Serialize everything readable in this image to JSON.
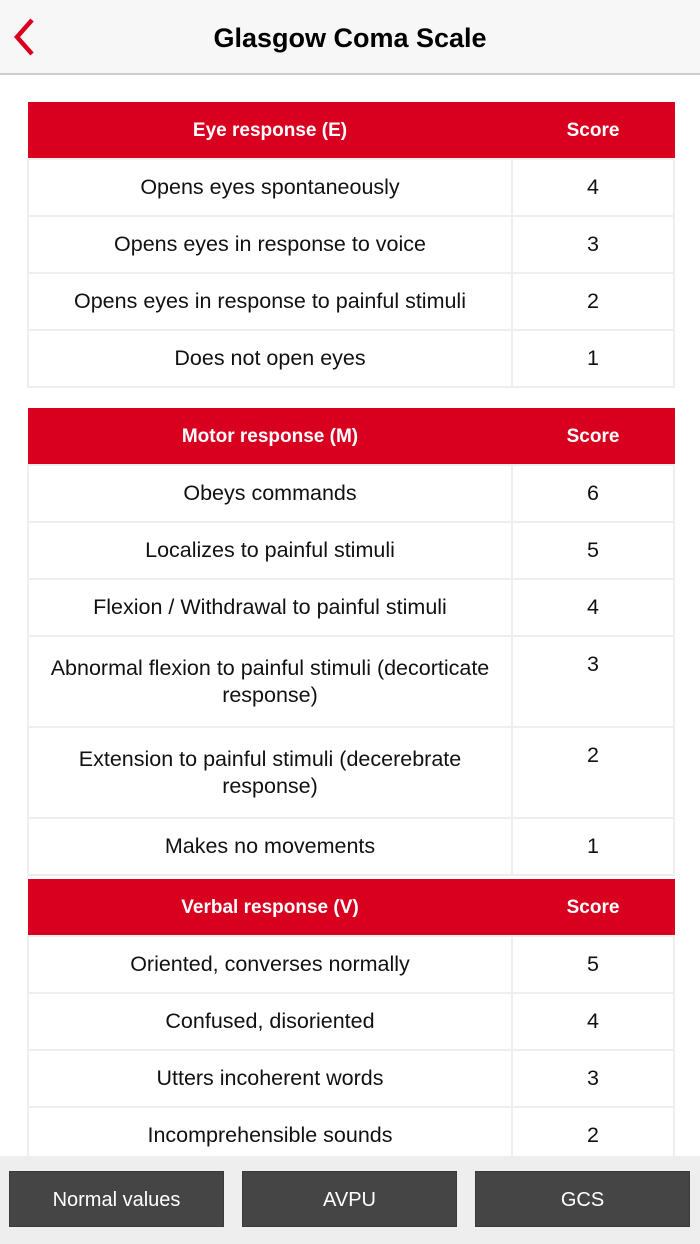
{
  "header": {
    "title": "Glasgow Coma Scale",
    "back_icon": "chevron-left-icon",
    "accent": "#d9001f"
  },
  "tables": {
    "eye": {
      "header": "Eye response (E)",
      "score_header": "Score",
      "rows": [
        {
          "label": "Opens eyes spontaneously",
          "score": "4"
        },
        {
          "label": "Opens eyes in response to voice",
          "score": "3"
        },
        {
          "label": "Opens eyes in response to painful stimuli",
          "score": "2"
        },
        {
          "label": "Does not open eyes",
          "score": "1"
        }
      ]
    },
    "motor": {
      "header": "Motor response (M)",
      "score_header": "Score",
      "rows": [
        {
          "label": "Obeys commands",
          "score": "6"
        },
        {
          "label": "Localizes to painful stimuli",
          "score": "5"
        },
        {
          "label": "Flexion / Withdrawal to painful stimuli",
          "score": "4"
        },
        {
          "label": "Abnormal flexion to painful stimuli (decorticate response)",
          "score": "3"
        },
        {
          "label": "Extension to painful stimuli (decerebrate response)",
          "score": "2"
        },
        {
          "label": "Makes no movements",
          "score": "1"
        }
      ]
    },
    "verbal": {
      "header": "Verbal response (V)",
      "score_header": "Score",
      "rows": [
        {
          "label": "Oriented, converses normally",
          "score": "5"
        },
        {
          "label": "Confused, disoriented",
          "score": "4"
        },
        {
          "label": "Utters incoherent words",
          "score": "3"
        },
        {
          "label": "Incomprehensible sounds",
          "score": "2"
        }
      ]
    }
  },
  "bottom_bar": {
    "buttons": [
      {
        "label": "Normal values"
      },
      {
        "label": "AVPU"
      },
      {
        "label": "GCS"
      }
    ]
  }
}
